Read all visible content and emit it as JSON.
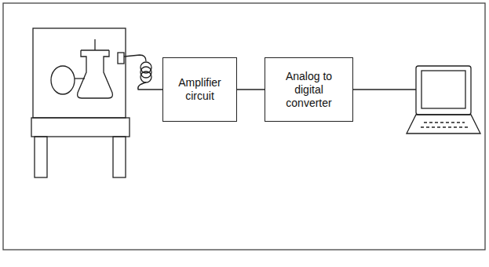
{
  "diagram": {
    "nodes": [
      {
        "text": [
          "Amplifier circuit"
        ]
      },
      {
        "text": [
          "Analog to digital converter"
        ]
      }
    ],
    "edges": [
      {
        "from": 0,
        "to": 1,
        "arrow": "none"
      }
    ]
  }
}
